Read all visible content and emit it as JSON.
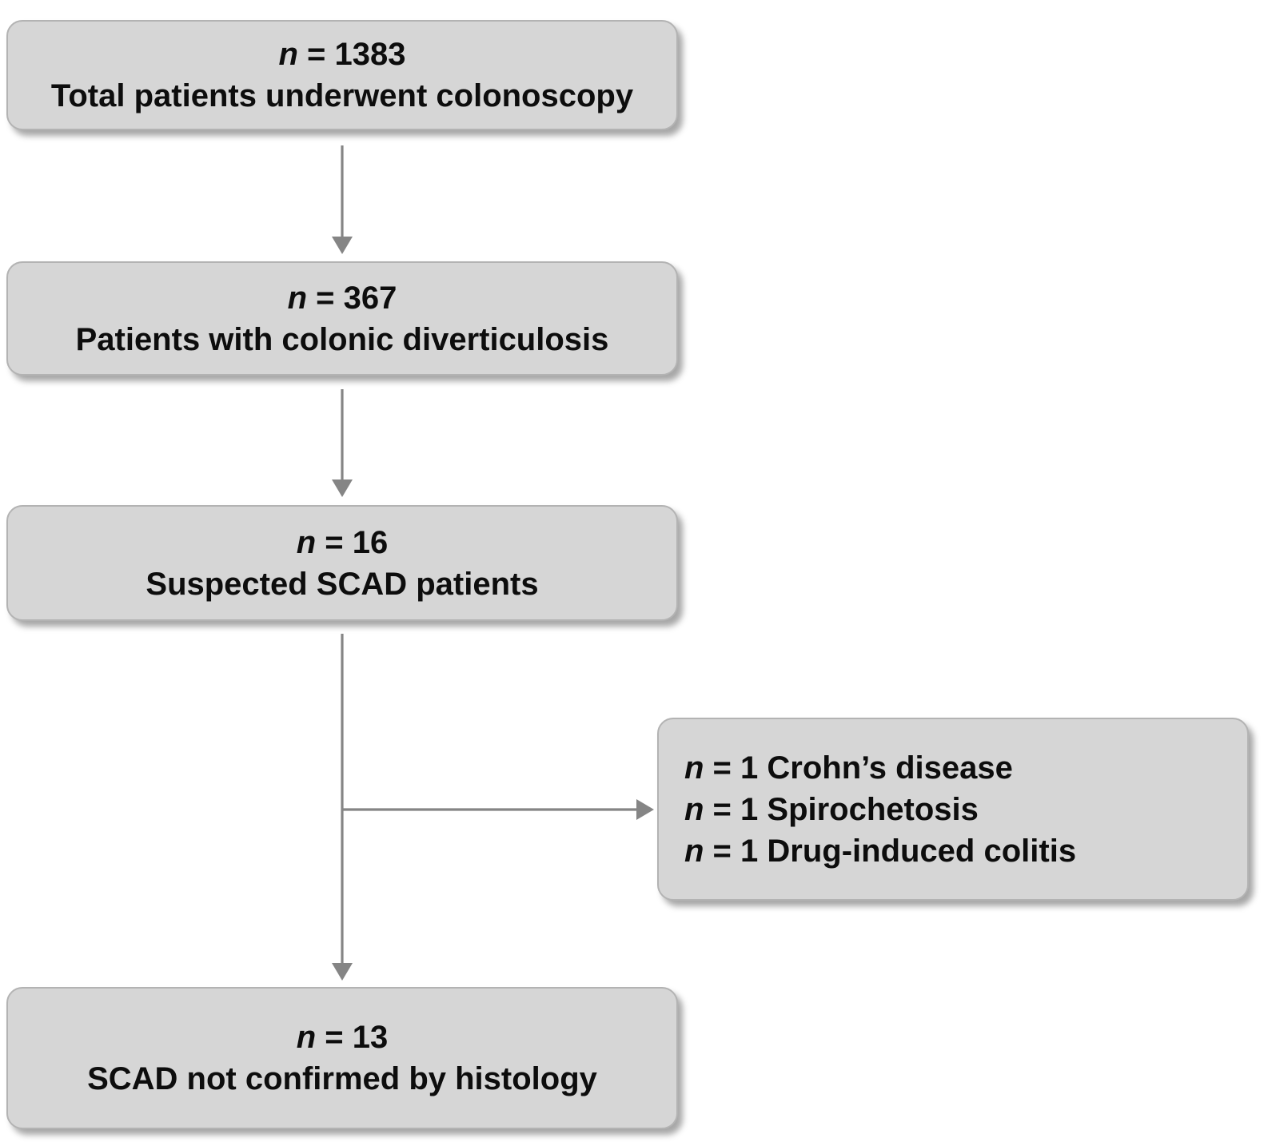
{
  "figure_type": "patient-flow-diagram",
  "colors": {
    "background": "#ffffff",
    "box_fill": "#d6d6d6",
    "box_border": "#b3b3b3",
    "arrow": "#858585",
    "text": "#0d0d0d"
  },
  "nodes": [
    {
      "id": "total",
      "n": "n",
      "count": " = 1383",
      "label": "Total patients underwent colonoscopy"
    },
    {
      "id": "divert",
      "n": "n",
      "count": " = 367",
      "label": "Patients with colonic diverticulosis"
    },
    {
      "id": "suspect",
      "n": "n",
      "count": " = 16",
      "label": "Suspected SCAD patients"
    },
    {
      "id": "notconf",
      "n": "n",
      "count": " = 13",
      "label": "SCAD not confirmed by histology"
    }
  ],
  "exclusions": [
    {
      "n": "n",
      "text": " = 1 Crohn’s disease"
    },
    {
      "n": "n",
      "text": " = 1 Spirochetosis"
    },
    {
      "n": "n",
      "text": " = 1 Drug-induced colitis"
    }
  ],
  "edges": [
    {
      "from": "total",
      "to": "divert"
    },
    {
      "from": "divert",
      "to": "suspect"
    },
    {
      "from": "suspect",
      "to": "notconf"
    },
    {
      "from": "suspect",
      "to": "exclusions"
    }
  ]
}
